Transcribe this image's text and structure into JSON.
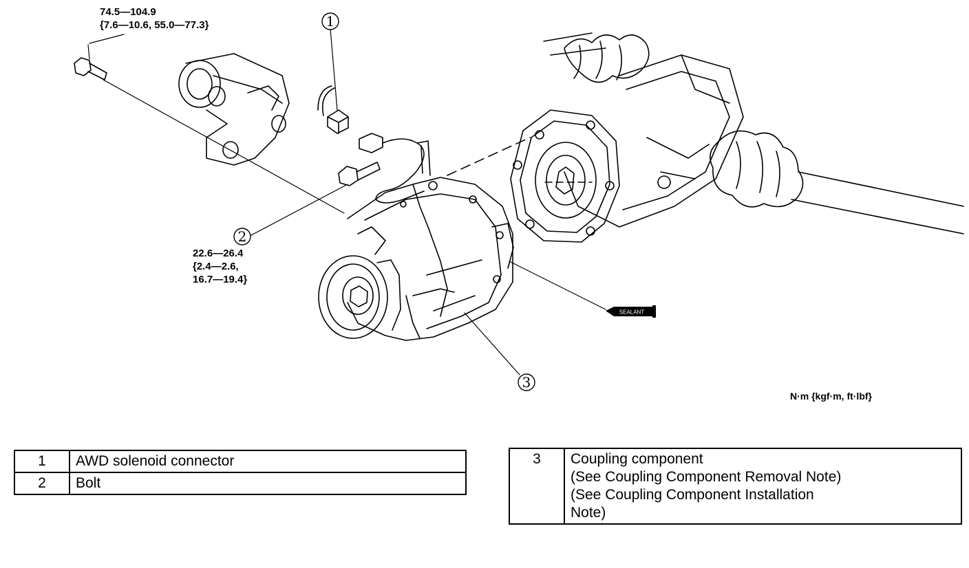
{
  "callouts": {
    "one": "1",
    "two": "2",
    "three": "3"
  },
  "torque": {
    "bolt_top": {
      "line1": "74.5—104.9",
      "line2": "{7.6—10.6, 55.0—77.3}"
    },
    "bolt_2": {
      "line1": "22.6—26.4",
      "line2": "{2.4—2.6,",
      "line3": "16.7—19.4}"
    }
  },
  "sealant_label": "SEALANT",
  "unit_label": "N·m {kgf·m, ft·lbf}",
  "legend_left": [
    {
      "num": "1",
      "desc": "AWD solenoid connector"
    },
    {
      "num": "2",
      "desc": "Bolt"
    }
  ],
  "legend_right": {
    "num": "3",
    "lines": [
      "Coupling component",
      "(See Coupling Component Removal Note)",
      "(See Coupling Component Installation",
      "Note)"
    ]
  }
}
